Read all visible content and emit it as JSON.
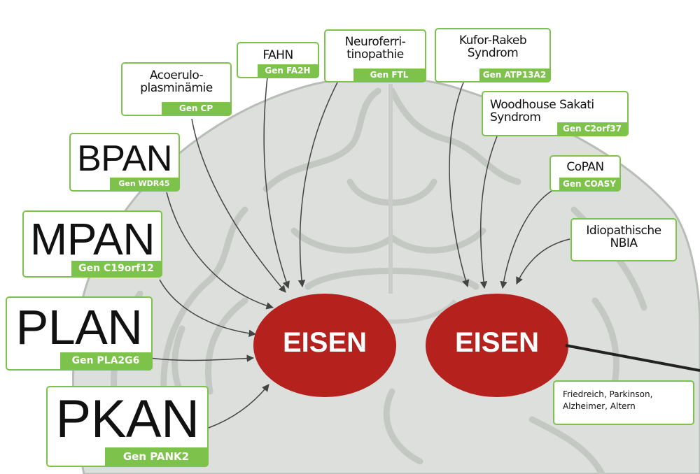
{
  "colors": {
    "green": "#7dc24b",
    "red": "#b5211d",
    "brain": "#d6d9d5",
    "brain_line": "#b9bdb8"
  },
  "left_boxes": {
    "bpan": {
      "title": "BPAN",
      "gene": "Gen WDR45"
    },
    "mpan": {
      "title": "MPAN",
      "gene": "Gen C19orf12"
    },
    "plan": {
      "title": "PLAN",
      "gene": "Gen PLA2G6"
    },
    "pkan": {
      "title": "PKAN",
      "gene": "Gen PANK2"
    }
  },
  "top_boxes": {
    "aceruloplasminaemie": {
      "title": "Acoerulo-\nplasminämie",
      "gene": "Gen CP"
    },
    "fahn": {
      "title": "FAHN",
      "gene": "Gen FA2H"
    },
    "neuroferritinopathie": {
      "title": "Neuroferri-\ntinopathie",
      "gene": "Gen FTL"
    },
    "kufor_rakeb": {
      "title": "Kufor-Rakeb\nSyndrom",
      "gene": "Gen ATP13A2"
    },
    "woodhouse_sakati": {
      "title": "Woodhouse Sakati\nSyndrom",
      "gene": "Gen C2orf37"
    },
    "copan": {
      "title": "CoPAN",
      "gene": "Gen COASY"
    },
    "idiopathische": {
      "title": "Idiopathische\nNBIA"
    }
  },
  "ovals": {
    "left": "EISEN",
    "right": "EISEN"
  },
  "note": "Friedreich, Parkinson,\nAlzheimer, Altern"
}
